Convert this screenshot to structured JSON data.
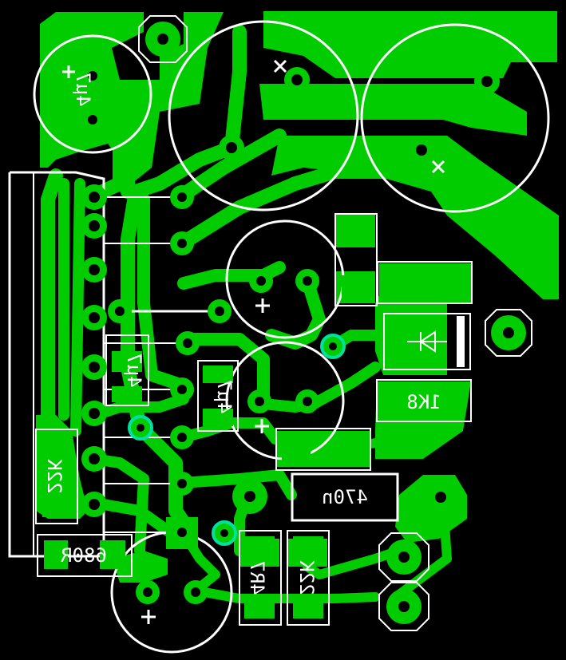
{
  "labels": {
    "cap_c1": "4µ7",
    "cap_c2": "4µ7",
    "cap_c3": "4µ7",
    "res_r1": "22K",
    "res_r2": "680R",
    "res_r3": "4R7",
    "res_r4": "22K",
    "res_r5": "1K8",
    "cap_470n": "470n"
  },
  "colors": {
    "copper": "#00cc00",
    "silkscreen": "#ffffff",
    "background": "#000000",
    "via": "#00e0a0"
  },
  "icons": {
    "diode": "diode-symbol",
    "plus": "polarity-plus",
    "cross": "polarity-cross"
  }
}
